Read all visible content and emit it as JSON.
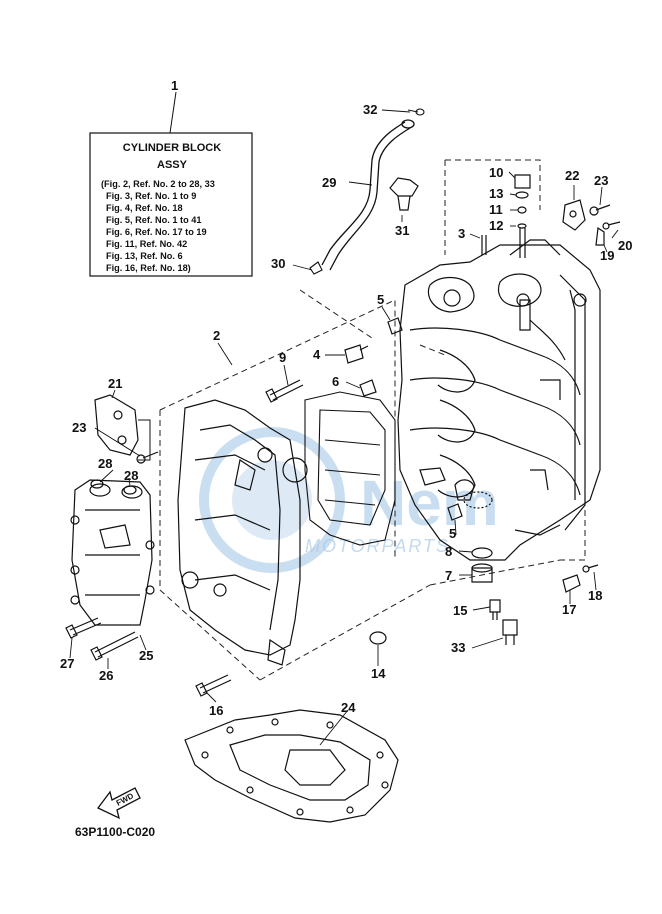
{
  "info_box": {
    "ref": "1",
    "title": "CYLINDER BLOCK",
    "subtitle": "ASSY",
    "lines": [
      "(Fig. 2, Ref. No. 2 to 28, 33",
      "Fig. 3, Ref. No. 1 to 9",
      "Fig. 4, Ref. No. 18",
      "Fig. 5, Ref. No. 1 to 41",
      "Fig. 6, Ref. No. 17 to 19",
      "Fig. 11, Ref. No. 42",
      "Fig. 13, Ref. No. 6",
      "Fig. 16, Ref. No. 18)"
    ]
  },
  "part_numbers": [
    "32",
    "29",
    "31",
    "30",
    "10",
    "13",
    "11",
    "12",
    "3",
    "22",
    "23",
    "20",
    "19",
    "5",
    "4",
    "6",
    "9",
    "2",
    "21",
    "23",
    "28",
    "28",
    "5",
    "8",
    "7",
    "15",
    "33",
    "17",
    "18",
    "27",
    "26",
    "25",
    "16",
    "14",
    "24"
  ],
  "fwd_label": "FWD",
  "diagram_code": "63P1100-C020",
  "watermark": {
    "brand": "Nem",
    "tagline": "MOTORPARTS",
    "accent_color": "#9dc3e6"
  }
}
